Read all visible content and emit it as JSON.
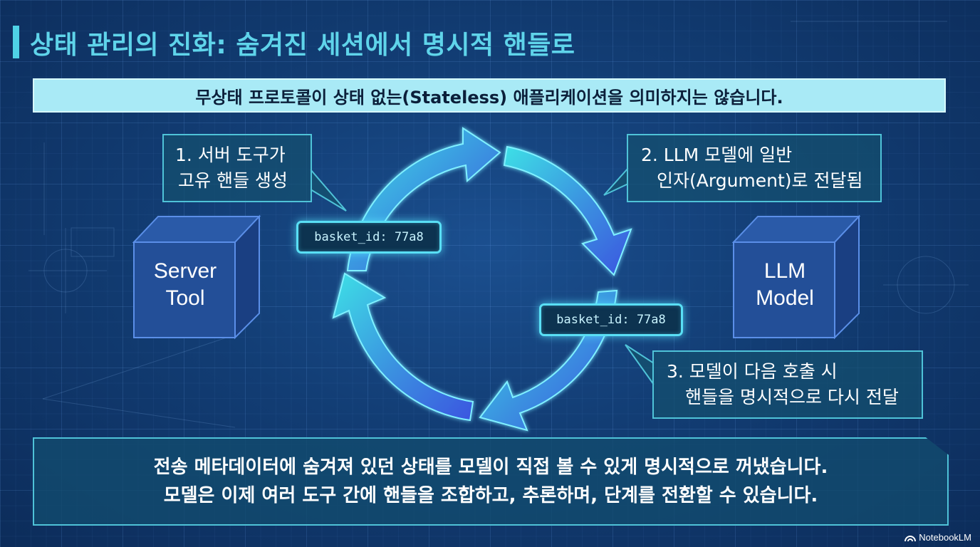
{
  "title": "상태 관리의 진화: 숨겨진 세션에서 명시적 핸들로",
  "banner": "무상태 프로토콜이 상태 없는(Stateless) 애플리케이션을 의미하지는 않습니다.",
  "callouts": [
    {
      "line1": "1. 서버 도구가",
      "line2": "고유 핸들 생성"
    },
    {
      "line1": "2. LLM 모델에 일반",
      "line2": "인자(Argument)로 전달됨"
    },
    {
      "line1": "3. 모델이 다음 호출 시",
      "line2": "핸들을 명시적으로 다시 전달"
    }
  ],
  "server": {
    "line1": "Server",
    "line2": "Tool"
  },
  "llm": {
    "line1": "LLM",
    "line2": "Model"
  },
  "chips": [
    "basket_id: 77a8",
    "basket_id: 77a8"
  ],
  "bottom": {
    "line1": "전송 메타데이터에 숨겨져 있던 상태를 모델이 직접 볼 수 있게 명시적으로 꺼냈습니다.",
    "line2": "모델은 이제 여러 도구 간에 핸들을 조합하고, 추론하며, 단계를 전환할 수 있습니다."
  },
  "brand": "NotebookLM",
  "colors": {
    "background": "#123d74",
    "title": "#5fd4ea",
    "banner": "#a9eaf6",
    "accent": "#4fc3d8",
    "arrow_start": "#3ee0e6",
    "arrow_end": "#3b5fe0"
  },
  "icons": [
    "server-cube-icon",
    "llm-cube-icon",
    "cycle-arrows-icon",
    "notebooklm-logo-icon"
  ]
}
